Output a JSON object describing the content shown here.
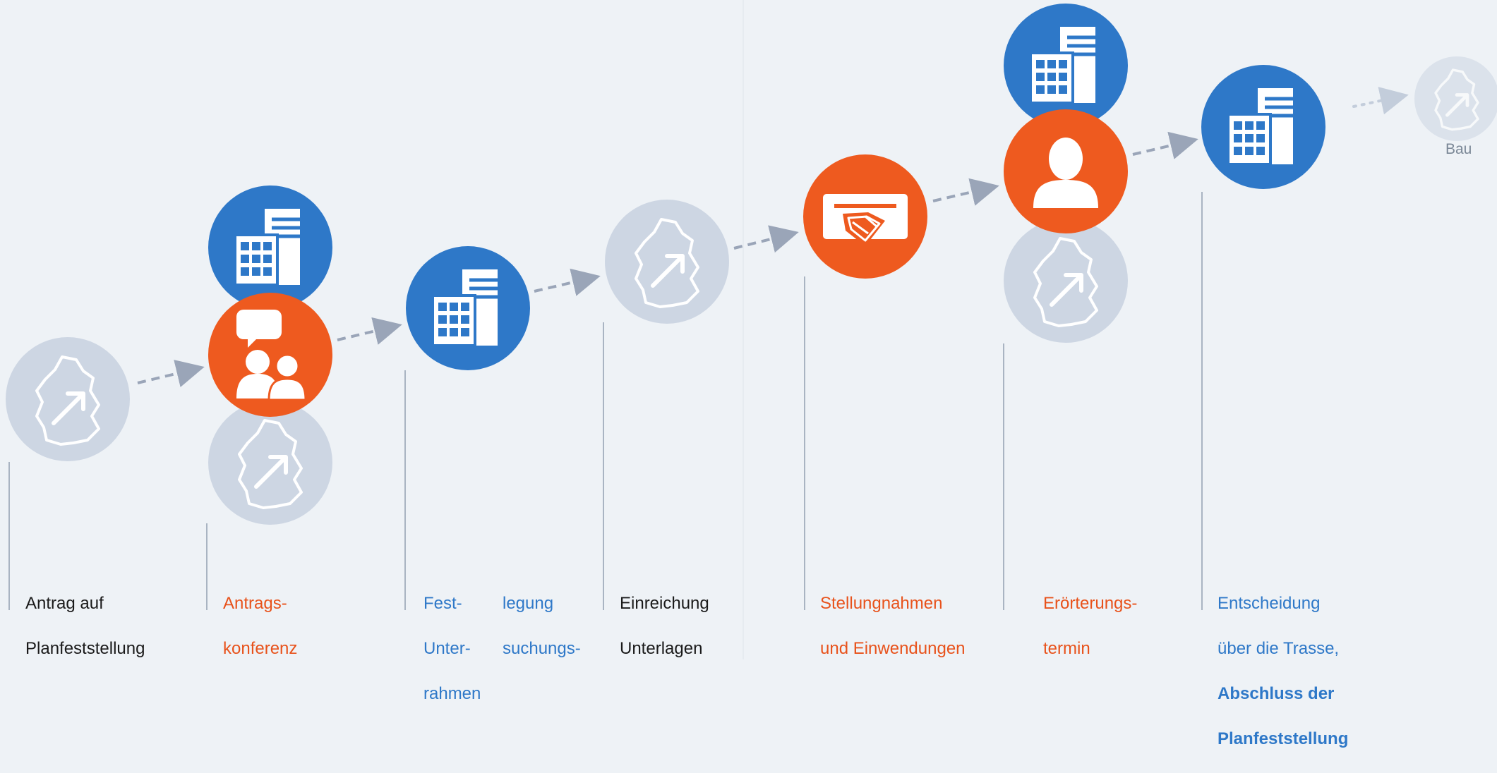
{
  "colors": {
    "blue": "#2e78c8",
    "orange": "#ee5a1f",
    "grey": "#cdd6e3",
    "text_black": "#1a1a1a"
  },
  "steps": [
    {
      "label_lines": [
        "Antrag auf",
        "Planfeststellung"
      ],
      "color": "black"
    },
    {
      "label_lines": [
        "Antrags-",
        "konferenz"
      ],
      "color": "orange"
    },
    {
      "label_col1": [
        "Fest-",
        "Unter-",
        "rahmen"
      ],
      "label_col2": [
        "legung",
        "suchungs-"
      ],
      "color": "blue"
    },
    {
      "label_lines": [
        "Einreichung",
        "Unterlagen"
      ],
      "color": "black"
    },
    {
      "label_lines": [
        "Stellungnahmen",
        "und Einwendungen"
      ],
      "color": "orange"
    },
    {
      "label_lines": [
        "Erörterungs-",
        "termin"
      ],
      "color": "orange"
    },
    {
      "label_lines": [
        "Entscheidung",
        "über die Trasse,"
      ],
      "label_bold_lines": [
        "Abschluss der",
        "Planfeststellung"
      ],
      "color": "blue"
    }
  ],
  "final": {
    "label": "Bau"
  },
  "icons": {
    "map": "germany-map-arrow-icon",
    "building": "office-building-icon",
    "people": "two-people-speech-icon",
    "envelope": "envelope-icon",
    "person": "person-icon"
  }
}
